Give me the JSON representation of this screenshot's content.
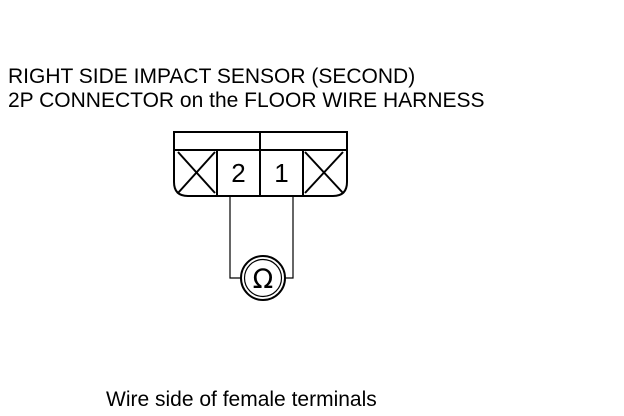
{
  "title": {
    "line1": "RIGHT SIDE IMPACT SENSOR (SECOND)",
    "line2": "2P CONNECTOR on the FLOOR WIRE HARNESS"
  },
  "connector": {
    "terminals": [
      "2",
      "1"
    ],
    "empty_cavity_icon": "cross-x-icon"
  },
  "meter": {
    "symbol": "Ω",
    "icon": "ohmmeter-icon"
  },
  "caption": "Wire side of female terminals"
}
